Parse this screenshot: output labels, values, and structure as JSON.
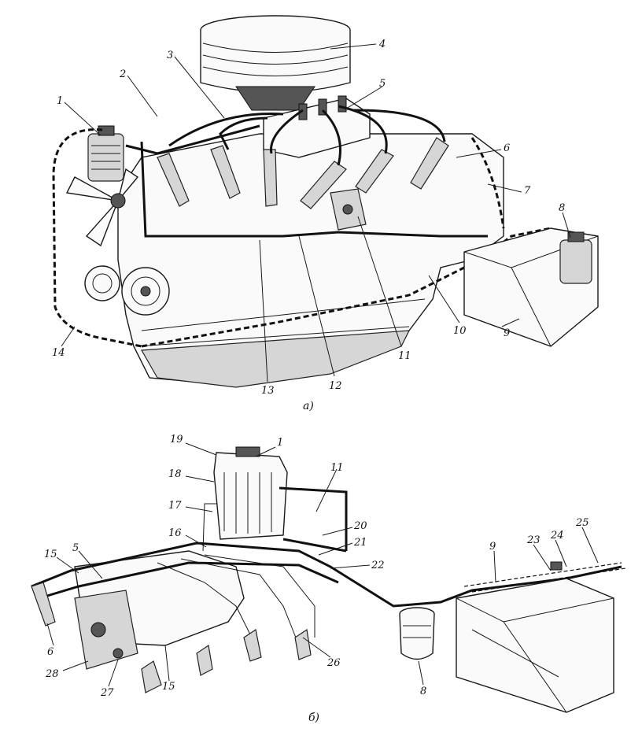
{
  "figure": {
    "caption_a": "а)",
    "caption_b": "б)"
  },
  "callouts_a": [
    "1",
    "2",
    "3",
    "4",
    "5",
    "6",
    "7",
    "8",
    "9",
    "10",
    "11",
    "12",
    "13",
    "14"
  ],
  "callouts_b": [
    "19",
    "1",
    "18",
    "11",
    "17",
    "16",
    "20",
    "21",
    "22",
    "15",
    "5",
    "6",
    "28",
    "27",
    "15",
    "26",
    "8",
    "9",
    "23",
    "24",
    "25"
  ]
}
